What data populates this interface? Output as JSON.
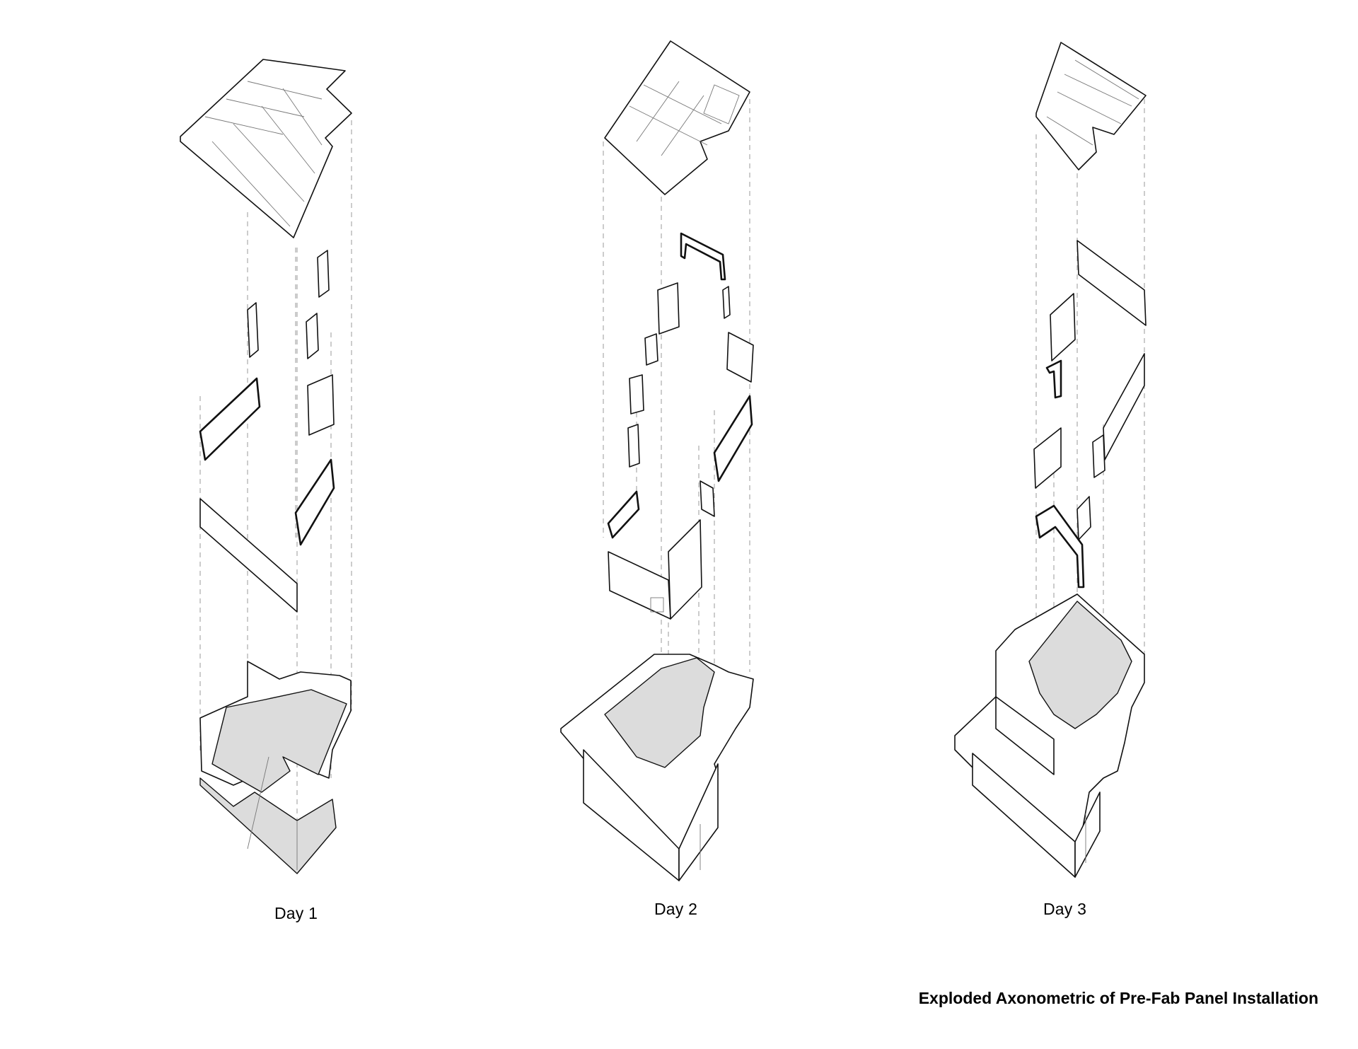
{
  "stages": [
    {
      "label": "Day 1"
    },
    {
      "label": "Day 2"
    },
    {
      "label": "Day 3"
    }
  ],
  "caption": "Exploded Axonometric of Pre-Fab Panel Installation"
}
